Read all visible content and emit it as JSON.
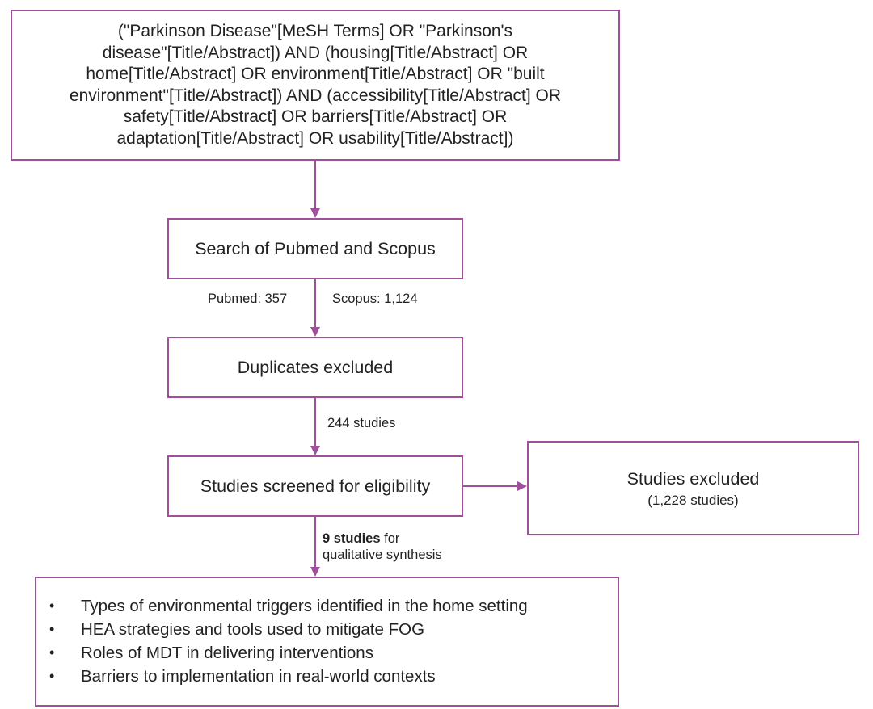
{
  "query": {
    "lines": [
      "(\"Parkinson Disease\"[MeSH Terms] OR \"Parkinson's",
      "disease\"[Title/Abstract]) AND (housing[Title/Abstract] OR",
      "home[Title/Abstract] OR environment[Title/Abstract] OR \"built",
      "environment\"[Title/Abstract]) AND (accessibility[Title/Abstract] OR",
      "safety[Title/Abstract] OR barriers[Title/Abstract] OR",
      "adaptation[Title/Abstract] OR usability[Title/Abstract])"
    ]
  },
  "steps": {
    "search": "Search of Pubmed and Scopus",
    "duplicates": "Duplicates excluded",
    "screened": "Studies screened for eligibility"
  },
  "labels": {
    "pubmed": "Pubmed: 357",
    "scopus_prefix": "Scopus: ",
    "scopus_count": "1,124",
    "after_duplicates": "244 studies",
    "included_bold": "9 studies",
    "included_rest": " for",
    "included_line2": "qualitative synthesis"
  },
  "excluded": {
    "title": "Studies excluded",
    "count": "(1,228 studies)"
  },
  "outcomes": {
    "bullet": "•",
    "items": [
      "Types of environmental triggers identified in the home setting",
      "HEA strategies and tools used to mitigate FOG",
      "Roles of MDT in delivering interventions",
      "Barriers to implementation in real-world contexts"
    ]
  },
  "colors": {
    "border": "#a0509a",
    "arrow": "#a0509a",
    "text": "#222222"
  }
}
